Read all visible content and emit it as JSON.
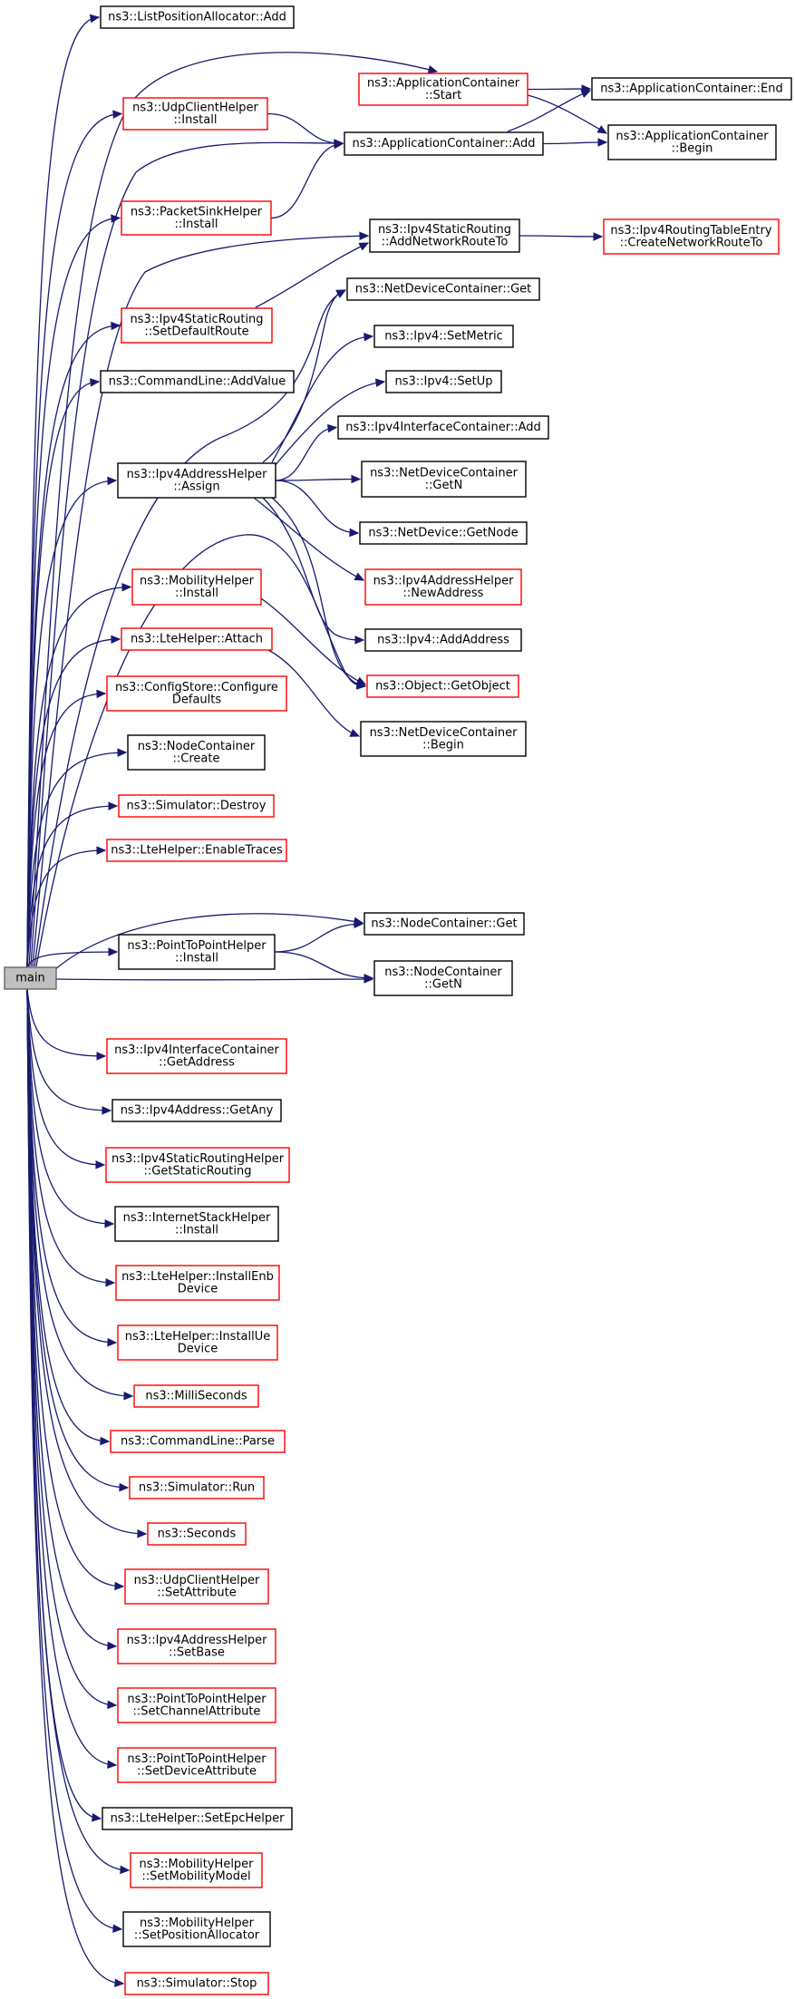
{
  "graph": {
    "edge_color": "#191970",
    "nodes": [
      {
        "id": "main",
        "label": [
          "main"
        ],
        "border": "#666666",
        "fill": "#bfbfbf",
        "interactable": false
      },
      {
        "id": "lpa-add",
        "label": [
          "ns3::ListPositionAllocator::Add"
        ],
        "border": "#000000",
        "fill": "#ffffff",
        "interactable": true
      },
      {
        "id": "ac-start",
        "label": [
          "ns3::ApplicationContainer",
          "::Start"
        ],
        "border": "#ff0000",
        "fill": "#ffffff",
        "interactable": true
      },
      {
        "id": "ac-end",
        "label": [
          "ns3::ApplicationContainer::End"
        ],
        "border": "#000000",
        "fill": "#ffffff",
        "interactable": true
      },
      {
        "id": "udpch-install",
        "label": [
          "ns3::UdpClientHelper",
          "::Install"
        ],
        "border": "#ff0000",
        "fill": "#ffffff",
        "interactable": true
      },
      {
        "id": "ac-add",
        "label": [
          "ns3::ApplicationContainer::Add"
        ],
        "border": "#000000",
        "fill": "#ffffff",
        "interactable": true
      },
      {
        "id": "ac-begin",
        "label": [
          "ns3::ApplicationContainer",
          "::Begin"
        ],
        "border": "#000000",
        "fill": "#ffffff",
        "interactable": true
      },
      {
        "id": "psh-install",
        "label": [
          "ns3::PacketSinkHelper",
          "::Install"
        ],
        "border": "#ff0000",
        "fill": "#ffffff",
        "interactable": true
      },
      {
        "id": "isr-addnet",
        "label": [
          "ns3::Ipv4StaticRouting",
          "::AddNetworkRouteTo"
        ],
        "border": "#000000",
        "fill": "#ffffff",
        "interactable": true
      },
      {
        "id": "irte-create",
        "label": [
          "ns3::Ipv4RoutingTableEntry",
          "::CreateNetworkRouteTo"
        ],
        "border": "#ff0000",
        "fill": "#ffffff",
        "interactable": true
      },
      {
        "id": "ndc-get",
        "label": [
          "ns3::NetDeviceContainer::Get"
        ],
        "border": "#000000",
        "fill": "#ffffff",
        "interactable": true
      },
      {
        "id": "isr-setdefault",
        "label": [
          "ns3::Ipv4StaticRouting",
          "::SetDefaultRoute"
        ],
        "border": "#ff0000",
        "fill": "#ffffff",
        "interactable": true
      },
      {
        "id": "ipv4-setmetric",
        "label": [
          "ns3::Ipv4::SetMetric"
        ],
        "border": "#000000",
        "fill": "#ffffff",
        "interactable": true
      },
      {
        "id": "cl-addvalue",
        "label": [
          "ns3::CommandLine::AddValue"
        ],
        "border": "#000000",
        "fill": "#ffffff",
        "interactable": true
      },
      {
        "id": "ipv4-setup",
        "label": [
          "ns3::Ipv4::SetUp"
        ],
        "border": "#000000",
        "fill": "#ffffff",
        "interactable": true
      },
      {
        "id": "iic-add",
        "label": [
          "ns3::Ipv4InterfaceContainer::Add"
        ],
        "border": "#000000",
        "fill": "#ffffff",
        "interactable": true
      },
      {
        "id": "iah-assign",
        "label": [
          "ns3::Ipv4AddressHelper",
          "::Assign"
        ],
        "border": "#000000",
        "fill": "#ffffff",
        "interactable": true
      },
      {
        "id": "ndc-getn",
        "label": [
          "ns3::NetDeviceContainer",
          "::GetN"
        ],
        "border": "#000000",
        "fill": "#ffffff",
        "interactable": true
      },
      {
        "id": "nd-getnode",
        "label": [
          "ns3::NetDevice::GetNode"
        ],
        "border": "#000000",
        "fill": "#ffffff",
        "interactable": true
      },
      {
        "id": "mh-install",
        "label": [
          "ns3::MobilityHelper",
          "::Install"
        ],
        "border": "#ff0000",
        "fill": "#ffffff",
        "interactable": true
      },
      {
        "id": "iah-newaddress",
        "label": [
          "ns3::Ipv4AddressHelper",
          "::NewAddress"
        ],
        "border": "#ff0000",
        "fill": "#ffffff",
        "interactable": true
      },
      {
        "id": "lte-attach",
        "label": [
          "ns3::LteHelper::Attach"
        ],
        "border": "#ff0000",
        "fill": "#ffffff",
        "interactable": true
      },
      {
        "id": "ipv4-addaddress",
        "label": [
          "ns3::Ipv4::AddAddress"
        ],
        "border": "#000000",
        "fill": "#ffffff",
        "interactable": true
      },
      {
        "id": "obj-getobject",
        "label": [
          "ns3::Object::GetObject"
        ],
        "border": "#ff0000",
        "fill": "#ffffff",
        "interactable": true
      },
      {
        "id": "cs-configure",
        "label": [
          "ns3::ConfigStore::Configure",
          "Defaults"
        ],
        "border": "#ff0000",
        "fill": "#ffffff",
        "interactable": true
      },
      {
        "id": "ndc-begin",
        "label": [
          "ns3::NetDeviceContainer",
          "::Begin"
        ],
        "border": "#000000",
        "fill": "#ffffff",
        "interactable": true
      },
      {
        "id": "nc-create",
        "label": [
          "ns3::NodeContainer",
          "::Create"
        ],
        "border": "#000000",
        "fill": "#ffffff",
        "interactable": true
      },
      {
        "id": "sim-destroy",
        "label": [
          "ns3::Simulator::Destroy"
        ],
        "border": "#ff0000",
        "fill": "#ffffff",
        "interactable": true
      },
      {
        "id": "lte-enabletraces",
        "label": [
          "ns3::LteHelper::EnableTraces"
        ],
        "border": "#ff0000",
        "fill": "#ffffff",
        "interactable": true
      },
      {
        "id": "nc-get",
        "label": [
          "ns3::NodeContainer::Get"
        ],
        "border": "#000000",
        "fill": "#ffffff",
        "interactable": true
      },
      {
        "id": "p2p-install",
        "label": [
          "ns3::PointToPointHelper",
          "::Install"
        ],
        "border": "#000000",
        "fill": "#ffffff",
        "interactable": true
      },
      {
        "id": "nc-getn",
        "label": [
          "ns3::NodeContainer",
          "::GetN"
        ],
        "border": "#000000",
        "fill": "#ffffff",
        "interactable": true
      },
      {
        "id": "iic-getaddress",
        "label": [
          "ns3::Ipv4InterfaceContainer",
          "::GetAddress"
        ],
        "border": "#ff0000",
        "fill": "#ffffff",
        "interactable": true
      },
      {
        "id": "ipv4addr-getany",
        "label": [
          "ns3::Ipv4Address::GetAny"
        ],
        "border": "#000000",
        "fill": "#ffffff",
        "interactable": true
      },
      {
        "id": "isrh-getstatic",
        "label": [
          "ns3::Ipv4StaticRoutingHelper",
          "::GetStaticRouting"
        ],
        "border": "#ff0000",
        "fill": "#ffffff",
        "interactable": true
      },
      {
        "id": "ish-install",
        "label": [
          "ns3::InternetStackHelper",
          "::Install"
        ],
        "border": "#000000",
        "fill": "#ffffff",
        "interactable": true
      },
      {
        "id": "lte-installenb",
        "label": [
          "ns3::LteHelper::InstallEnb",
          "Device"
        ],
        "border": "#ff0000",
        "fill": "#ffffff",
        "interactable": true
      },
      {
        "id": "lte-installue",
        "label": [
          "ns3::LteHelper::InstallUe",
          "Device"
        ],
        "border": "#ff0000",
        "fill": "#ffffff",
        "interactable": true
      },
      {
        "id": "millis",
        "label": [
          "ns3::MilliSeconds"
        ],
        "border": "#ff0000",
        "fill": "#ffffff",
        "interactable": true
      },
      {
        "id": "cl-parse",
        "label": [
          "ns3::CommandLine::Parse"
        ],
        "border": "#ff0000",
        "fill": "#ffffff",
        "interactable": true
      },
      {
        "id": "sim-run",
        "label": [
          "ns3::Simulator::Run"
        ],
        "border": "#ff0000",
        "fill": "#ffffff",
        "interactable": true
      },
      {
        "id": "seconds",
        "label": [
          "ns3::Seconds"
        ],
        "border": "#ff0000",
        "fill": "#ffffff",
        "interactable": true
      },
      {
        "id": "udpch-setattr",
        "label": [
          "ns3::UdpClientHelper",
          "::SetAttribute"
        ],
        "border": "#ff0000",
        "fill": "#ffffff",
        "interactable": true
      },
      {
        "id": "iah-setbase",
        "label": [
          "ns3::Ipv4AddressHelper",
          "::SetBase"
        ],
        "border": "#ff0000",
        "fill": "#ffffff",
        "interactable": true
      },
      {
        "id": "p2p-setchannel",
        "label": [
          "ns3::PointToPointHelper",
          "::SetChannelAttribute"
        ],
        "border": "#ff0000",
        "fill": "#ffffff",
        "interactable": true
      },
      {
        "id": "p2p-setdevice",
        "label": [
          "ns3::PointToPointHelper",
          "::SetDeviceAttribute"
        ],
        "border": "#ff0000",
        "fill": "#ffffff",
        "interactable": true
      },
      {
        "id": "lte-setepc",
        "label": [
          "ns3::LteHelper::SetEpcHelper"
        ],
        "border": "#000000",
        "fill": "#ffffff",
        "interactable": true
      },
      {
        "id": "mh-setmobility",
        "label": [
          "ns3::MobilityHelper",
          "::SetMobilityModel"
        ],
        "border": "#ff0000",
        "fill": "#ffffff",
        "interactable": true
      },
      {
        "id": "mh-setposalloc",
        "label": [
          "ns3::MobilityHelper",
          "::SetPositionAllocator"
        ],
        "border": "#000000",
        "fill": "#ffffff",
        "interactable": true
      },
      {
        "id": "sim-stop",
        "label": [
          "ns3::Simulator::Stop"
        ],
        "border": "#ff0000",
        "fill": "#ffffff",
        "interactable": true
      }
    ],
    "edges": [
      [
        "main",
        "lpa-add"
      ],
      [
        "main",
        "ac-start"
      ],
      [
        "main",
        "udpch-install"
      ],
      [
        "main",
        "ac-add"
      ],
      [
        "main",
        "psh-install"
      ],
      [
        "main",
        "isr-addnet"
      ],
      [
        "main",
        "isr-setdefault"
      ],
      [
        "main",
        "cl-addvalue"
      ],
      [
        "main",
        "ndc-get"
      ],
      [
        "main",
        "iah-assign"
      ],
      [
        "main",
        "obj-getobject"
      ],
      [
        "main",
        "mh-install"
      ],
      [
        "main",
        "lte-attach"
      ],
      [
        "main",
        "cs-configure"
      ],
      [
        "main",
        "nc-create"
      ],
      [
        "main",
        "sim-destroy"
      ],
      [
        "main",
        "lte-enabletraces"
      ],
      [
        "main",
        "nc-get"
      ],
      [
        "main",
        "p2p-install"
      ],
      [
        "main",
        "nc-getn"
      ],
      [
        "main",
        "iic-getaddress"
      ],
      [
        "main",
        "ipv4addr-getany"
      ],
      [
        "main",
        "isrh-getstatic"
      ],
      [
        "main",
        "ish-install"
      ],
      [
        "main",
        "lte-installenb"
      ],
      [
        "main",
        "lte-installue"
      ],
      [
        "main",
        "millis"
      ],
      [
        "main",
        "cl-parse"
      ],
      [
        "main",
        "sim-run"
      ],
      [
        "main",
        "seconds"
      ],
      [
        "main",
        "udpch-setattr"
      ],
      [
        "main",
        "iah-setbase"
      ],
      [
        "main",
        "p2p-setchannel"
      ],
      [
        "main",
        "p2p-setdevice"
      ],
      [
        "main",
        "lte-setepc"
      ],
      [
        "main",
        "mh-setmobility"
      ],
      [
        "main",
        "mh-setposalloc"
      ],
      [
        "main",
        "sim-stop"
      ],
      [
        "ac-start",
        "ac-end"
      ],
      [
        "ac-start",
        "ac-begin"
      ],
      [
        "ac-add",
        "ac-end"
      ],
      [
        "ac-add",
        "ac-begin"
      ],
      [
        "udpch-install",
        "ac-add"
      ],
      [
        "psh-install",
        "ac-add"
      ],
      [
        "isr-addnet",
        "irte-create"
      ],
      [
        "isr-setdefault",
        "isr-addnet"
      ],
      [
        "iah-assign",
        "ndc-get"
      ],
      [
        "iah-assign",
        "ipv4-setmetric"
      ],
      [
        "iah-assign",
        "ipv4-setup"
      ],
      [
        "iah-assign",
        "iic-add"
      ],
      [
        "iah-assign",
        "ndc-getn"
      ],
      [
        "iah-assign",
        "nd-getnode"
      ],
      [
        "iah-assign",
        "iah-newaddress"
      ],
      [
        "iah-assign",
        "ipv4-addaddress"
      ],
      [
        "iah-assign",
        "obj-getobject"
      ],
      [
        "mh-install",
        "obj-getobject"
      ],
      [
        "lte-attach",
        "ndc-begin"
      ],
      [
        "p2p-install",
        "nc-get"
      ],
      [
        "p2p-install",
        "nc-getn"
      ]
    ]
  }
}
